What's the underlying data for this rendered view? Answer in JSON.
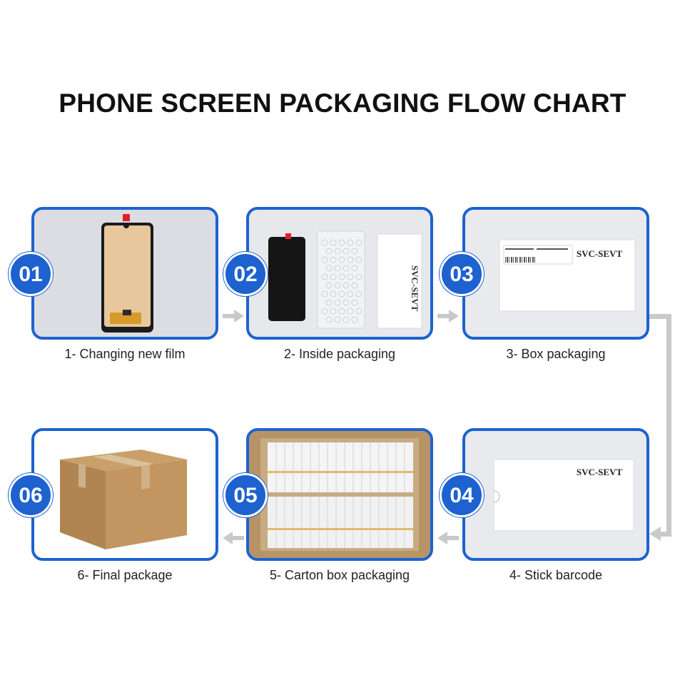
{
  "title": "PHONE SCREEN PACKAGING FLOW CHART",
  "colors": {
    "accent": "#1d62cf",
    "arrow": "#c9c9c9",
    "badge_text": "#ffffff"
  },
  "steps": [
    {
      "number": "01",
      "caption": "1- Changing new film"
    },
    {
      "number": "02",
      "caption": "2- Inside packaging",
      "box_label": "SVC-SEVT"
    },
    {
      "number": "03",
      "caption": "3- Box packaging",
      "box_label": "SVC-SEVT"
    },
    {
      "number": "04",
      "caption": "4- Stick barcode",
      "box_label": "SVC-SEVT"
    },
    {
      "number": "05",
      "caption": "5- Carton box packaging"
    },
    {
      "number": "06",
      "caption": "6- Final package"
    }
  ],
  "icons": [
    "right-arrow-icon",
    "down-arrow-icon",
    "left-arrow-icon"
  ]
}
